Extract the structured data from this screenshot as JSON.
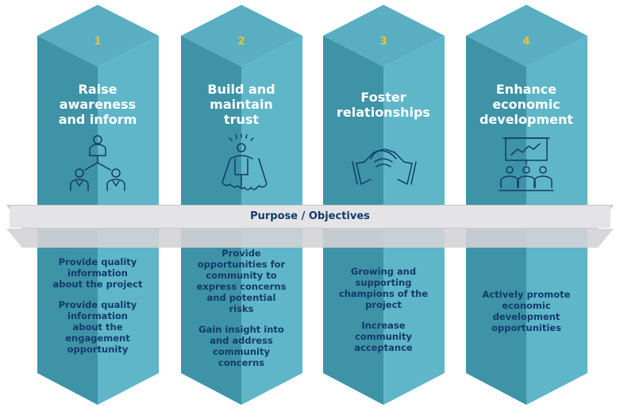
{
  "band": {
    "label": "Purpose / Objectives"
  },
  "pillars": [
    {
      "number": "1",
      "title_lines": [
        "Raise",
        "awareness",
        "and inform"
      ],
      "icon": "org-chart-people-icon",
      "objectives": [
        [
          "Provide quality",
          "information",
          "about the project"
        ],
        [
          "Provide quality",
          "information",
          "about the",
          "engagement",
          "opportunity"
        ]
      ]
    },
    {
      "number": "2",
      "title_lines": [
        "Build and",
        "maintain",
        "trust"
      ],
      "icon": "hero-cape-icon",
      "objectives": [
        [
          "Provide",
          "opportunities for",
          "community to",
          "express concerns",
          "and potential",
          "risks"
        ],
        [
          "Gain insight into",
          "and address",
          "community",
          "concerns"
        ]
      ]
    },
    {
      "number": "3",
      "title_lines": [
        "Foster",
        "relationships"
      ],
      "icon": "handshake-icon",
      "objectives": [
        [
          "Growing and",
          "supporting",
          "champions of the",
          "project"
        ],
        [
          "Increase",
          "community",
          "acceptance"
        ]
      ]
    },
    {
      "number": "4",
      "title_lines": [
        "Enhance",
        "economic",
        "development"
      ],
      "icon": "presentation-audience-icon",
      "objectives": [
        [
          "Actively promote",
          "economic",
          "development",
          "opportunities"
        ]
      ]
    }
  ],
  "colors": {
    "top_face": "#5aaec2",
    "left_face": "#3e93a7",
    "right_face": "#5fb6c8",
    "dark_face": "#2e7f93",
    "band": "#e4e4e6",
    "band_shadow": "#c8c8cb",
    "number": "#f2c230",
    "text_dark": "#123b6b",
    "icon_stroke": "#123b6b"
  }
}
